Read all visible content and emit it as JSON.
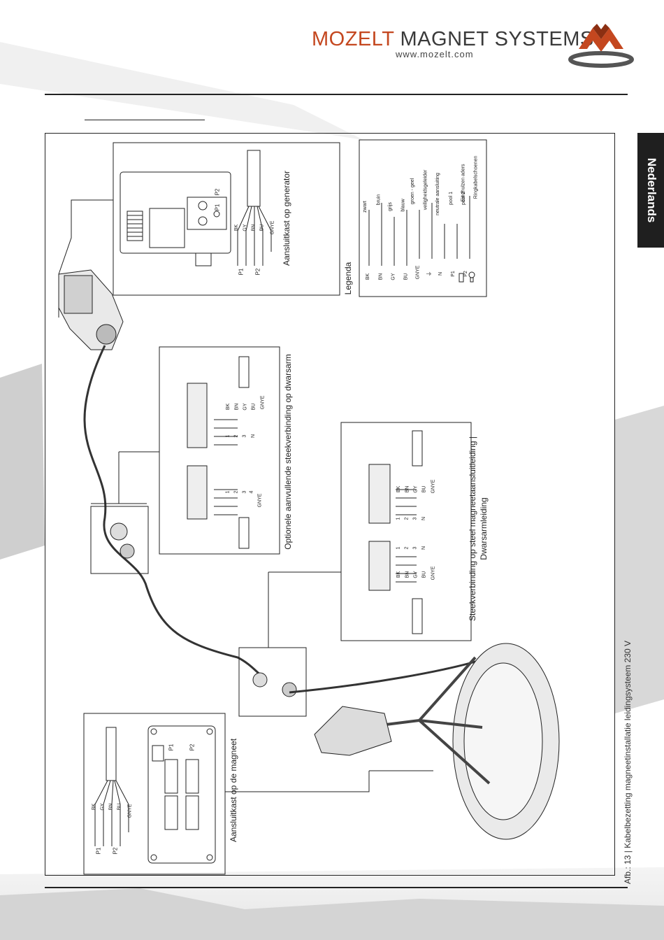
{
  "header": {
    "brand_word1": "MOZELT",
    "brand_word2": "MAGNET SYSTEMS",
    "url": "www.mozelt.com"
  },
  "side_tab": {
    "language": "Nederlands"
  },
  "caption": "Afb.: 13 | Kabelbezetting magneetinstallatie leidingsysteem 230 V",
  "boxes": {
    "generator_box": {
      "title": "Aansluitkast op generator",
      "terminal_labels": [
        "P1",
        "P2"
      ],
      "wire_codes": [
        "BK",
        "GY",
        "BN",
        "BU",
        "GNYE"
      ],
      "pole_labels": [
        "P1",
        "P2"
      ]
    },
    "optional_box": {
      "title": "Optionele aanvullende steekverbinding op dwarsarm",
      "left_numbers": [
        "1",
        "2",
        "3",
        "4",
        "GNYE"
      ],
      "right_numbers": [
        "1",
        "2",
        "3",
        "N"
      ],
      "wire_codes_right": [
        "BK",
        "BN",
        "GY",
        "BU",
        "GNYE"
      ]
    },
    "plug_box": {
      "title_line1": "Steekverbinding op steel magneetaansluitleiding |",
      "title_line2": "Dwarsarmleiding",
      "left_codes": [
        "BK",
        "BN",
        "GY",
        "BU",
        "GNYE"
      ],
      "mid_numbers": [
        "1",
        "2",
        "3",
        "N"
      ],
      "right_numbers": [
        "1",
        "2",
        "3",
        "N"
      ],
      "right_codes": [
        "BK",
        "BN",
        "GY",
        "BU",
        "GNYE"
      ]
    },
    "magnet_box": {
      "title": "Aansluitkast op de magneet",
      "terminal_labels": [
        "P1",
        "P2"
      ],
      "wire_codes": [
        "BK",
        "GY",
        "BN",
        "BU",
        "GNYE"
      ],
      "pole_labels": [
        "P1",
        "P2"
      ]
    }
  },
  "legend": {
    "title": "Legenda",
    "items": [
      {
        "code": "BK",
        "desc": "zwart"
      },
      {
        "code": "BN",
        "desc": "bruin"
      },
      {
        "code": "GY",
        "desc": "grijs"
      },
      {
        "code": "BU",
        "desc": "blauw"
      },
      {
        "code": "GNYE",
        "desc": "groen - geel"
      },
      {
        "code": "⏚",
        "desc": "veiligheidsgeleider"
      },
      {
        "code": "N",
        "desc": "neutrale aansluiting"
      },
      {
        "code": "P1",
        "desc": "pool 1"
      },
      {
        "code": "P2",
        "desc": "pool 2"
      },
      {
        "code": "",
        "desc": "Eindhulzen aders"
      },
      {
        "code": "",
        "desc": "Ringkabelschoenen"
      }
    ]
  },
  "colors": {
    "accent": "#c4471f",
    "dark": "#1f1f1f",
    "line": "#222222"
  }
}
